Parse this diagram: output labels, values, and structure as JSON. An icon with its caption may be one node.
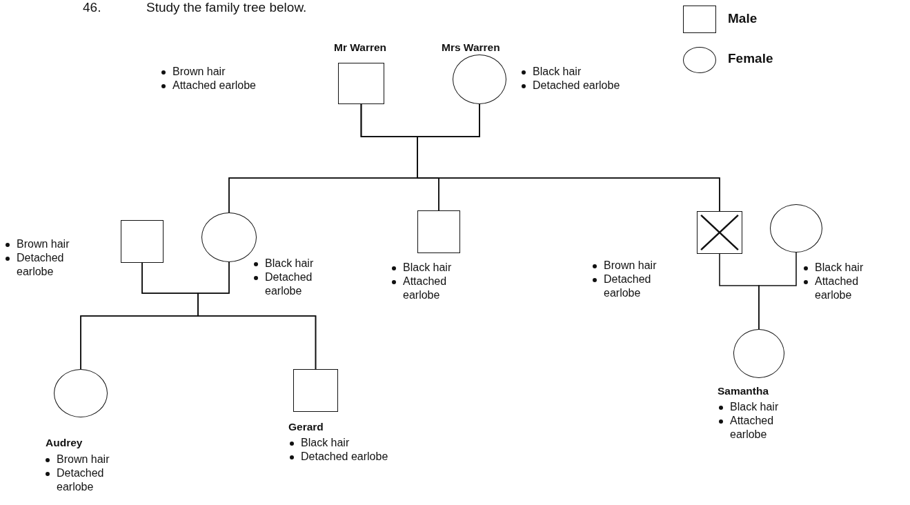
{
  "diagram": {
    "nodes": [
      {
        "text": [],
        "shape": "box",
        "beside": [
          "Mr Warren",
          "Brown hair",
          "Attached earlobe"
        ]
      },
      {
        "text": [],
        "shape": "circle",
        "beside": [
          "Mrs Warren",
          "Black hair",
          "Detached earlobe"
        ]
      },
      {
        "text": [],
        "shape": "box",
        "beside": [
          "Brown hair",
          "Detached earlobe"
        ]
      },
      {
        "text": [],
        "shape": "circle",
        "beside": [
          "Black hair",
          "Detached earlobe"
        ]
      },
      {
        "text": [],
        "shape": "box",
        "beside": [
          "Black hair",
          "Attached earlobe"
        ]
      },
      {
        "text": [],
        "shape": "crossed-box",
        "beside": [
          "Brown hair",
          "Detached earlobe"
        ]
      },
      {
        "text": [],
        "shape": "circle",
        "beside": [
          "Black hair",
          "Attached earlobe"
        ]
      },
      {
        "text": [],
        "shape": "circle",
        "beside": [
          "Audrey",
          "Brown hair",
          "Detached earlobe"
        ]
      },
      {
        "text": [],
        "shape": "box",
        "beside": [
          "Gerard",
          "Black hair",
          "Detached earlobe"
        ]
      },
      {
        "text": [],
        "shape": "circle",
        "beside": [
          "Samantha",
          "Black hair",
          "Attached earlobe"
        ]
      }
    ],
    "edges": [
      {
        "from": 0,
        "to": 3,
        "arrow": "none"
      },
      {
        "from": 1,
        "to": 3,
        "arrow": "none"
      },
      {
        "from": 0,
        "to": 4,
        "arrow": "none"
      },
      {
        "from": 1,
        "to": 4,
        "arrow": "none"
      },
      {
        "from": 0,
        "to": 5,
        "arrow": "none"
      },
      {
        "from": 1,
        "to": 5,
        "arrow": "none"
      },
      {
        "from": 2,
        "to": 7,
        "arrow": "none"
      },
      {
        "from": 3,
        "to": 7,
        "arrow": "none"
      },
      {
        "from": 2,
        "to": 8,
        "arrow": "none"
      },
      {
        "from": 3,
        "to": 8,
        "arrow": "none"
      },
      {
        "from": 5,
        "to": 9,
        "arrow": "none"
      },
      {
        "from": 6,
        "to": 9,
        "arrow": "none"
      }
    ],
    "labels": [
      "46.",
      "Study the family tree below."
    ],
    "legend": [
      {
        "text": "Male"
      },
      {
        "text": "Female"
      }
    ]
  }
}
